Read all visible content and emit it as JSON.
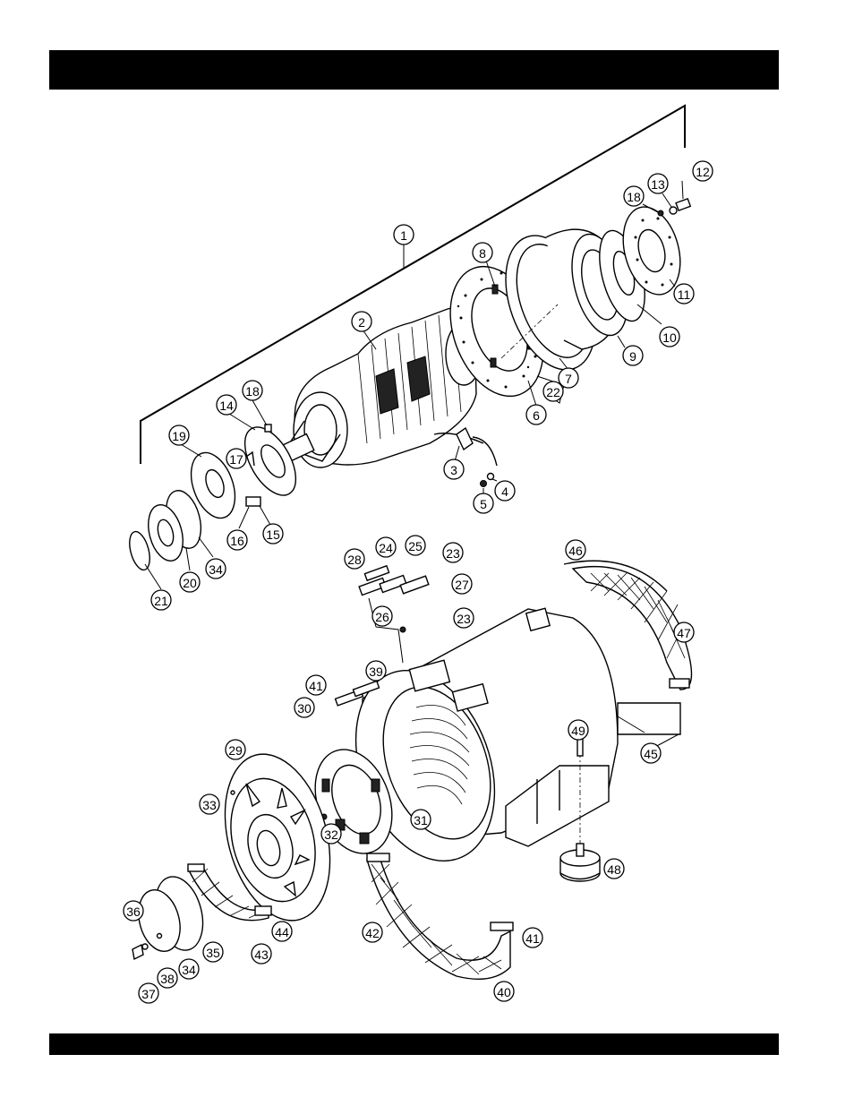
{
  "page": {
    "header_bar_text": "",
    "footer_bar_text": ""
  },
  "callouts": [
    {
      "id": "c1",
      "label": "1"
    },
    {
      "id": "c2",
      "label": "2"
    },
    {
      "id": "c3",
      "label": "3"
    },
    {
      "id": "c4",
      "label": "4"
    },
    {
      "id": "c5",
      "label": "5"
    },
    {
      "id": "c6",
      "label": "6"
    },
    {
      "id": "c7",
      "label": "7"
    },
    {
      "id": "c8",
      "label": "8"
    },
    {
      "id": "c9",
      "label": "9"
    },
    {
      "id": "c10",
      "label": "10"
    },
    {
      "id": "c11",
      "label": "11"
    },
    {
      "id": "c12",
      "label": "12"
    },
    {
      "id": "c13",
      "label": "13"
    },
    {
      "id": "c14",
      "label": "14"
    },
    {
      "id": "c15",
      "label": "15"
    },
    {
      "id": "c16",
      "label": "16"
    },
    {
      "id": "c17",
      "label": "17"
    },
    {
      "id": "c18a",
      "label": "18"
    },
    {
      "id": "c18b",
      "label": "18"
    },
    {
      "id": "c19",
      "label": "19"
    },
    {
      "id": "c20",
      "label": "20"
    },
    {
      "id": "c21",
      "label": "21"
    },
    {
      "id": "c22",
      "label": "22"
    },
    {
      "id": "c23a",
      "label": "23"
    },
    {
      "id": "c23b",
      "label": "23"
    },
    {
      "id": "c24",
      "label": "24"
    },
    {
      "id": "c25",
      "label": "25"
    },
    {
      "id": "c26",
      "label": "26"
    },
    {
      "id": "c27",
      "label": "27"
    },
    {
      "id": "c28",
      "label": "28"
    },
    {
      "id": "c29",
      "label": "29"
    },
    {
      "id": "c30",
      "label": "30"
    },
    {
      "id": "c31",
      "label": "31"
    },
    {
      "id": "c32",
      "label": "32"
    },
    {
      "id": "c33",
      "label": "33"
    },
    {
      "id": "c34a",
      "label": "34"
    },
    {
      "id": "c34b",
      "label": "34"
    },
    {
      "id": "c35",
      "label": "35"
    },
    {
      "id": "c36",
      "label": "36"
    },
    {
      "id": "c37",
      "label": "37"
    },
    {
      "id": "c38",
      "label": "38"
    },
    {
      "id": "c39",
      "label": "39"
    },
    {
      "id": "c40",
      "label": "40"
    },
    {
      "id": "c41a",
      "label": "41"
    },
    {
      "id": "c41b",
      "label": "41"
    },
    {
      "id": "c42",
      "label": "42"
    },
    {
      "id": "c43",
      "label": "43"
    },
    {
      "id": "c44",
      "label": "44"
    },
    {
      "id": "c45",
      "label": "45"
    },
    {
      "id": "c46",
      "label": "46"
    },
    {
      "id": "c47",
      "label": "47"
    },
    {
      "id": "c48",
      "label": "48"
    },
    {
      "id": "c49",
      "label": "49"
    }
  ]
}
